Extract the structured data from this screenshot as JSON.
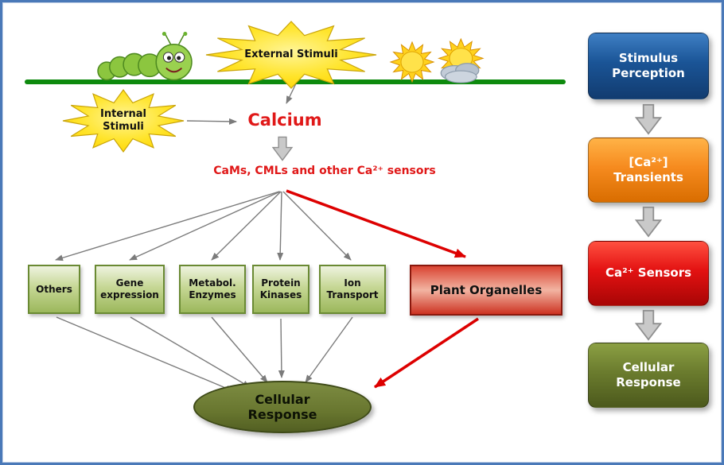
{
  "diagram": {
    "external_stimuli": "External Stimuli",
    "internal_stimuli": "Internal\nStimuli",
    "calcium": "Calcium",
    "sensors_caption": "CaMs, CMLs and other Ca²⁺ sensors",
    "targets": [
      "Others",
      "Gene\nexpression",
      "Metabol.\nEnzymes",
      "Protein\nKinases",
      "Ion\nTransport"
    ],
    "plant_organelles": "Plant Organelles",
    "cellular_response": "Cellular\nResponse"
  },
  "sidebar": {
    "steps": [
      {
        "label": "Stimulus\nPerception",
        "color": "#1a5496"
      },
      {
        "label": "[Ca²⁺]\nTransients",
        "color": "#f68b1f"
      },
      {
        "label": "Ca²⁺ Sensors",
        "color": "#e31212"
      },
      {
        "label": "Cellular\nResponse",
        "color": "#6b7c2e"
      }
    ]
  },
  "icons": {
    "caterpillar": "caterpillar-icon",
    "sun": "sun-icon",
    "sun_with_cloud": "sun-cloud-icon",
    "block_arrow": "block-arrow-down-icon",
    "starburst": "starburst-shape"
  },
  "colors": {
    "border_blue": "#4a79b8",
    "membrane_green": "#0e8a0e",
    "accent_red": "#dd0000",
    "calcium_text_red": "#e01818",
    "target_box_green": "#9cb85c"
  }
}
